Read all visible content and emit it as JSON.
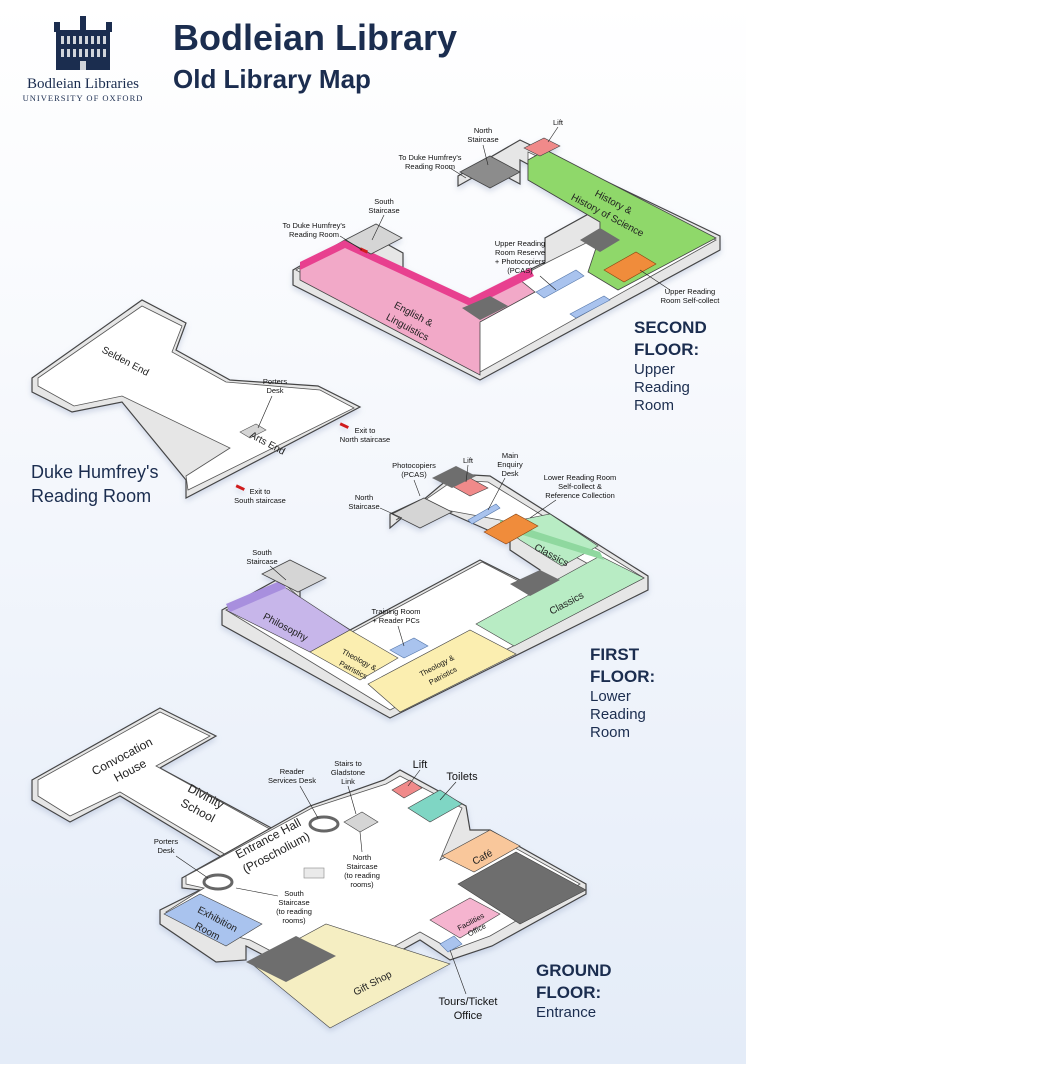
{
  "logo": {
    "name": "Bodleian Libraries",
    "university": "UNIVERSITY OF OXFORD"
  },
  "title": "Bodleian Library",
  "subtitle": "Old Library Map",
  "floors": {
    "second": {
      "name_line1": "SECOND",
      "name_line2": "FLOOR:",
      "desc_line1": "Upper",
      "desc_line2": "Reading",
      "desc_line3": "Room"
    },
    "duke": {
      "name_line1": "Duke Humfrey's",
      "name_line2": "Reading Room"
    },
    "first": {
      "name_line1": "FIRST",
      "name_line2": "FLOOR:",
      "desc_line1": "Lower",
      "desc_line2": "Reading",
      "desc_line3": "Room"
    },
    "ground": {
      "name_line1": "GROUND",
      "name_line2": "FLOOR:",
      "desc_line1": "Entrance"
    }
  },
  "labels": {
    "second": {
      "north_staircase_1": "North",
      "north_staircase_2": "Staircase",
      "lift": "Lift",
      "to_duke_north_1": "To Duke Humfrey's",
      "to_duke_north_2": "Reading Room",
      "south_staircase_1": "South",
      "south_staircase_2": "Staircase",
      "to_duke_south_1": "To Duke Humfrey's",
      "to_duke_south_2": "Reading Room",
      "history_1": "History &",
      "history_2": "History of Science",
      "reserve_1": "Upper Reading",
      "reserve_2": "Room Reserve",
      "reserve_3": "+ Photocopiers",
      "reserve_4": "(PCAS)",
      "english_1": "English &",
      "english_2": "Linguistics",
      "selfcollect_1": "Upper Reading",
      "selfcollect_2": "Room Self-collect"
    },
    "duke": {
      "selden": "Selden End",
      "arts": "Arts End",
      "porters_1": "Porters",
      "porters_2": "Desk",
      "exit_north_1": "Exit to",
      "exit_north_2": "North staircase",
      "exit_south_1": "Exit to",
      "exit_south_2": "South staircase"
    },
    "first": {
      "photocopiers_1": "Photocopiers",
      "photocopiers_2": "(PCAS)",
      "lift": "Lift",
      "enquiry_1": "Main",
      "enquiry_2": "Enquiry",
      "enquiry_3": "Desk",
      "lower_1": "Lower Reading Room",
      "lower_2": "Self-collect &",
      "lower_3": "Reference Collection",
      "north_staircase_1": "North",
      "north_staircase_2": "Staircase",
      "classics_a": "Classics",
      "classics_b": "Classics",
      "south_staircase_1": "South",
      "south_staircase_2": "Staircase",
      "philosophy": "Philosophy",
      "training_1": "Training Room",
      "training_2": "+ Reader PCs",
      "theology_a1": "Theology &",
      "theology_a2": "Patristics",
      "theology_b1": "Theology &",
      "theology_b2": "Patristics"
    },
    "ground": {
      "convocation_1": "Convocation",
      "convocation_2": "House",
      "divinity_1": "Divinity",
      "divinity_2": "School",
      "reader_services_1": "Reader",
      "reader_services_2": "Services Desk",
      "gladstone_1": "Stairs to",
      "gladstone_2": "Gladstone",
      "gladstone_3": "Link",
      "lift": "Lift",
      "toilets": "Toilets",
      "entrance_1": "Entrance Hall",
      "entrance_2": "(Proscholium)",
      "porters_1": "Porters",
      "porters_2": "Desk",
      "north_1": "North",
      "north_2": "Staircase",
      "north_3": "(to reading",
      "north_4": "rooms)",
      "south_1": "South",
      "south_2": "Staircase",
      "south_3": "(to reading",
      "south_4": "rooms)",
      "cafe": "Café",
      "exhibition_1": "Exhibition",
      "exhibition_2": "Room",
      "facilities_1": "Facilities",
      "facilities_2": "Office",
      "gift": "Gift Shop",
      "tours_1": "Tours/Ticket",
      "tours_2": "Office"
    }
  },
  "colors": {
    "navy": "#1b2d4f",
    "history": "#8fd86a",
    "english": "#f2a9c8",
    "english_edge": "#e8408f",
    "classics": "#b8ecc4",
    "philosophy": "#c7b6ea",
    "theology": "#fbeeb0",
    "cafe": "#f9c79b",
    "exhibition": "#a9c3ee",
    "facilities": "#f5b4cf",
    "gift": "#f5eec2",
    "lift": "#f08a8a",
    "toilets": "#7fd6c4",
    "dark": "#6e6e6e",
    "shelves": "#f08c3a"
  }
}
